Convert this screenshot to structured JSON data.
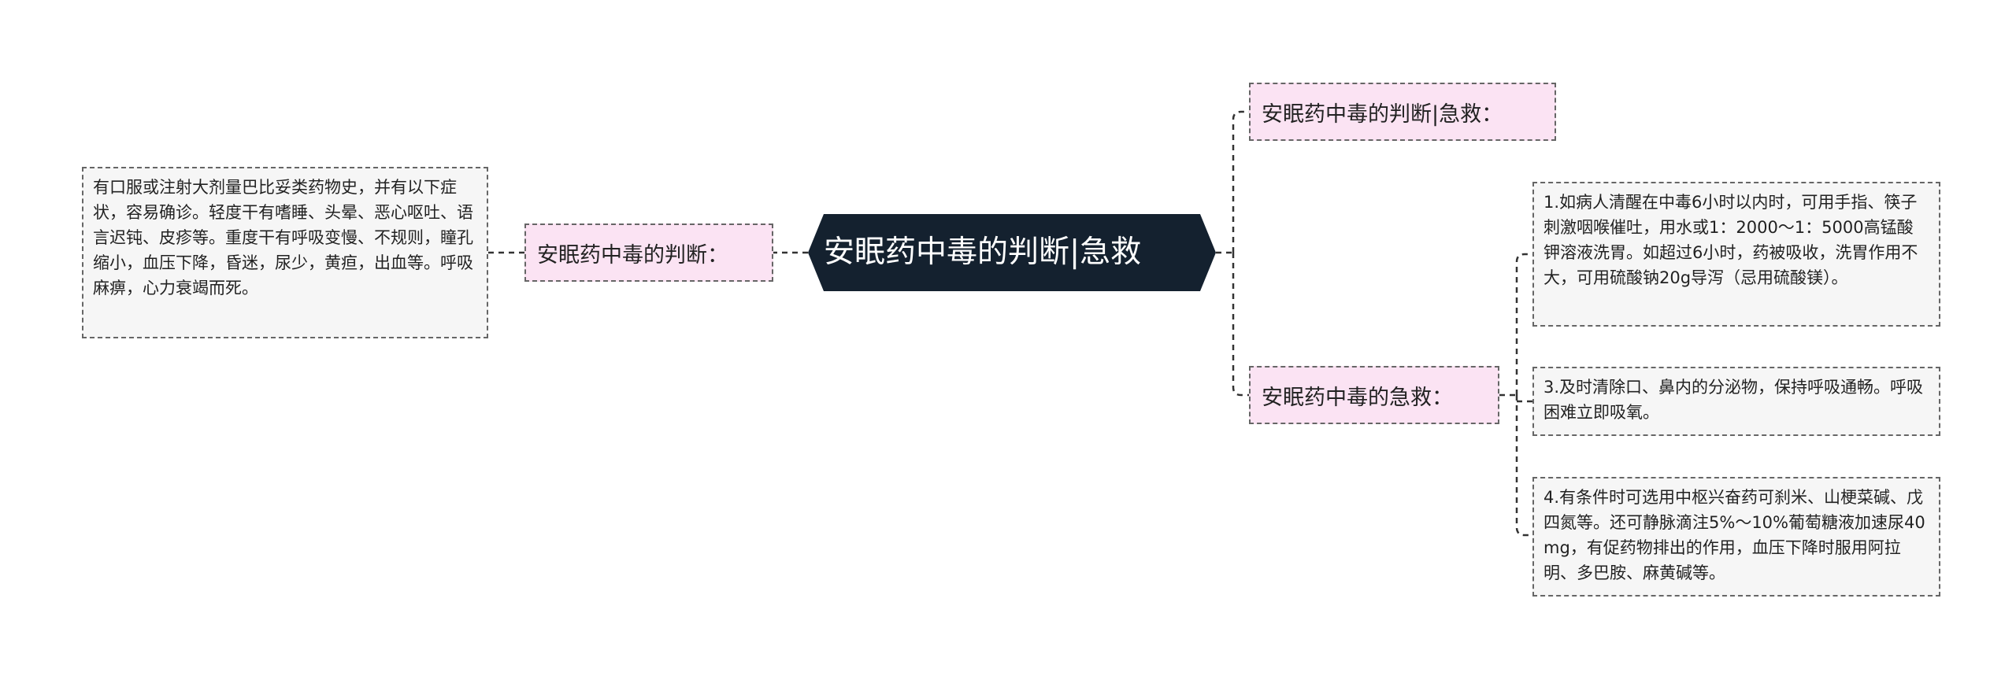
{
  "root": {
    "title": "安眠药中毒的判断|急救"
  },
  "branches": [
    {
      "label": "安眠药中毒的判断："
    },
    {
      "label": "安眠药中毒的判断|急救："
    },
    {
      "label": "安眠药中毒的急救："
    }
  ],
  "leaves": [
    {
      "text": "有口服或注射大剂量巴比妥类药物史，并有以下症状，容易确诊。轻度干有嗜睡、头晕、恶心呕吐、语言迟钝、皮疹等。重度干有呼吸变慢、不规则，瞳孔缩小，血压下降，昏迷，尿少，黄疸，出血等。呼吸麻痹，心力衰竭而死。"
    },
    {
      "text": "1.如病人清醒在中毒6小时以内时，可用手指、筷子刺激咽喉催吐，用水或1：2000～1：5000高锰酸钾溶液洗胃。如超过6小时，药被吸收，洗胃作用不大，可用硫酸钠20g导泻（忌用硫酸镁）。"
    },
    {
      "text": "3.及时清除口、鼻内的分泌物，保持呼吸通畅。呼吸困难立即吸氧。"
    },
    {
      "text": "4.有条件时可选用中枢兴奋药可刹米、山梗菜碱、戊四氮等。还可静脉滴注5%～10%葡萄糖液加速尿40mg，有促药物排出的作用，血压下降时服用阿拉明、多巴胺、麻黄碱等。"
    }
  ],
  "colors": {
    "root_bg": "#14212f",
    "branch_bg": "#fbe3f3",
    "leaf_bg": "#f6f6f6",
    "border": "#666666",
    "line": "#333333"
  }
}
